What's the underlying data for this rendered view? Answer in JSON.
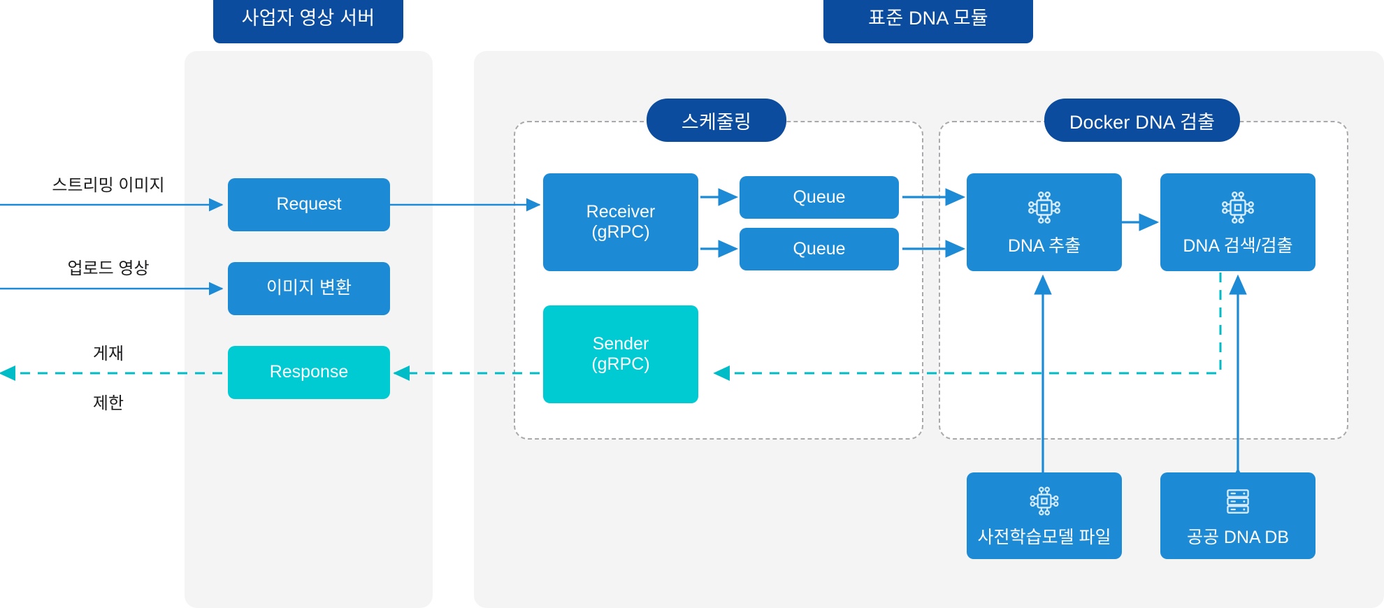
{
  "diagram": {
    "title": "DNA detection pipeline architecture",
    "colors": {
      "navy": "#0b4c9e",
      "blue": "#1c8ad4",
      "teal": "#00cbd3",
      "panel_gray": "#f4f4f5",
      "dash_gray": "#a9a9ad",
      "text_dark": "#1d1d1f"
    },
    "groups": {
      "provider_server": {
        "label": "사업자 영상 서버"
      },
      "standard_dna_module": {
        "label": "표준 DNA 모듈"
      },
      "scheduling": {
        "label": "스케줄링"
      },
      "docker_dna_detect": {
        "label": "Docker DNA 검출"
      }
    },
    "edge_labels": {
      "streaming_image": "스트리밍 이미지",
      "upload_video": "업로드 영상",
      "publish": "게재",
      "restrict": "제한"
    },
    "nodes": {
      "request": {
        "label": "Request",
        "color": "blue",
        "icon": "none"
      },
      "image_convert": {
        "label": "이미지 변환",
        "color": "blue",
        "icon": "none"
      },
      "response": {
        "label": "Response",
        "color": "teal",
        "icon": "none"
      },
      "receiver": {
        "label_line1": "Receiver",
        "label_line2": "(gRPC)",
        "color": "blue",
        "icon": "none"
      },
      "sender": {
        "label_line1": "Sender",
        "label_line2": "(gRPC)",
        "color": "teal",
        "icon": "none"
      },
      "queue_1": {
        "label": "Queue",
        "color": "blue",
        "icon": "none"
      },
      "queue_2": {
        "label": "Queue",
        "color": "blue",
        "icon": "none"
      },
      "dna_extract": {
        "label": "DNA 추출",
        "color": "blue",
        "icon": "chip-icon"
      },
      "dna_search_detect": {
        "label": "DNA 검색/검출",
        "color": "blue",
        "icon": "chip-icon"
      },
      "pretrained_model_file": {
        "label": "사전학습모델 파일",
        "color": "blue",
        "icon": "chip-icon"
      },
      "public_dna_db": {
        "label": "공공 DNA DB",
        "color": "blue",
        "icon": "database-icon"
      }
    }
  }
}
